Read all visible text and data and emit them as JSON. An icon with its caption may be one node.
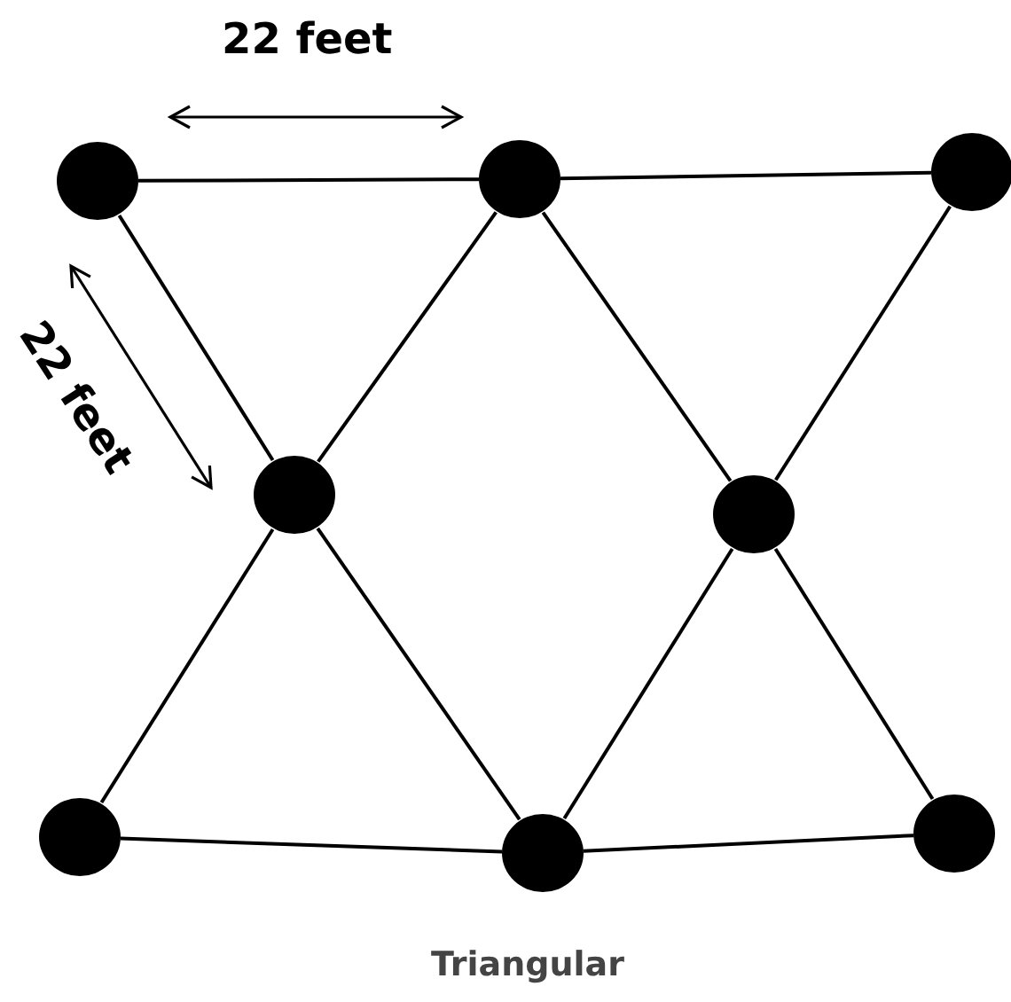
{
  "diagram": {
    "caption": "Triangular",
    "nodes": [
      {
        "text": [],
        "shape": "circle"
      },
      {
        "text": [],
        "shape": "circle"
      },
      {
        "text": [],
        "shape": "circle"
      },
      {
        "text": [],
        "shape": "circle"
      },
      {
        "text": [],
        "shape": "circle"
      },
      {
        "text": [],
        "shape": "circle"
      },
      {
        "text": [],
        "shape": "circle"
      },
      {
        "text": [],
        "shape": "circle"
      }
    ],
    "edges": [
      {
        "from": 0,
        "to": 1,
        "arrow": "none"
      },
      {
        "from": 1,
        "to": 2,
        "arrow": "none"
      },
      {
        "from": 0,
        "to": 3,
        "arrow": "none"
      },
      {
        "from": 1,
        "to": 3,
        "arrow": "none"
      },
      {
        "from": 1,
        "to": 4,
        "arrow": "none"
      },
      {
        "from": 2,
        "to": 4,
        "arrow": "none"
      },
      {
        "from": 3,
        "to": 5,
        "arrow": "none"
      },
      {
        "from": 3,
        "to": 6,
        "arrow": "none"
      },
      {
        "from": 4,
        "to": 6,
        "arrow": "none"
      },
      {
        "from": 4,
        "to": 7,
        "arrow": "none"
      },
      {
        "from": 5,
        "to": 6,
        "arrow": "none"
      },
      {
        "from": 6,
        "to": 7,
        "arrow": "none"
      }
    ],
    "labels": [
      "22 feet",
      "22 feet"
    ]
  }
}
